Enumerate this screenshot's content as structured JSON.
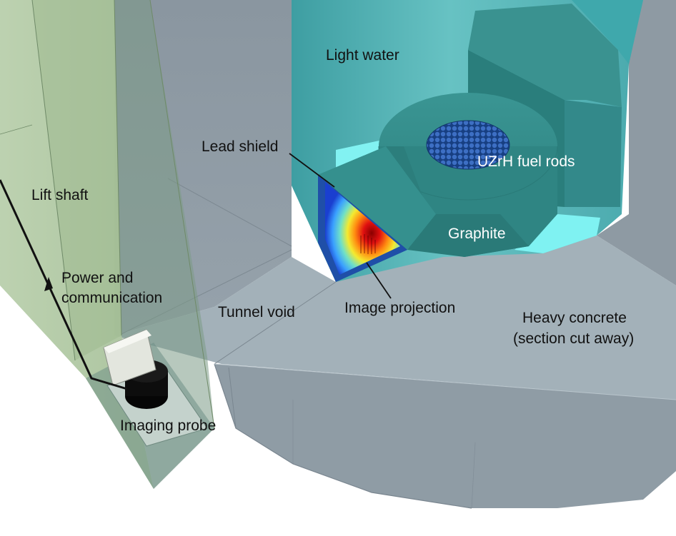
{
  "labels": {
    "light_water": "Light water",
    "lead_shield": "Lead shield",
    "uzrh_fuel_rods": "UZrH fuel rods",
    "lift_shaft": "Lift shaft",
    "graphite": "Graphite",
    "power_line1": "Power and",
    "power_line2": "communication",
    "tunnel_void": "Tunnel void",
    "image_projection": "Image projection",
    "heavy_concrete_line1": "Heavy concrete",
    "heavy_concrete_line2": "(section cut away)",
    "imaging_probe": "Imaging probe"
  },
  "colors": {
    "concrete_wall": "#8d99a3",
    "concrete_floor": "#a2b0b8",
    "concrete_cut": "#8f9ca5",
    "water": "#5fb9bb",
    "water_bright": "#7ff2f2",
    "graphite": "#2f8a88",
    "lift_shaft": "#b5cba8",
    "fuel_rods": "#1f4f9c"
  }
}
